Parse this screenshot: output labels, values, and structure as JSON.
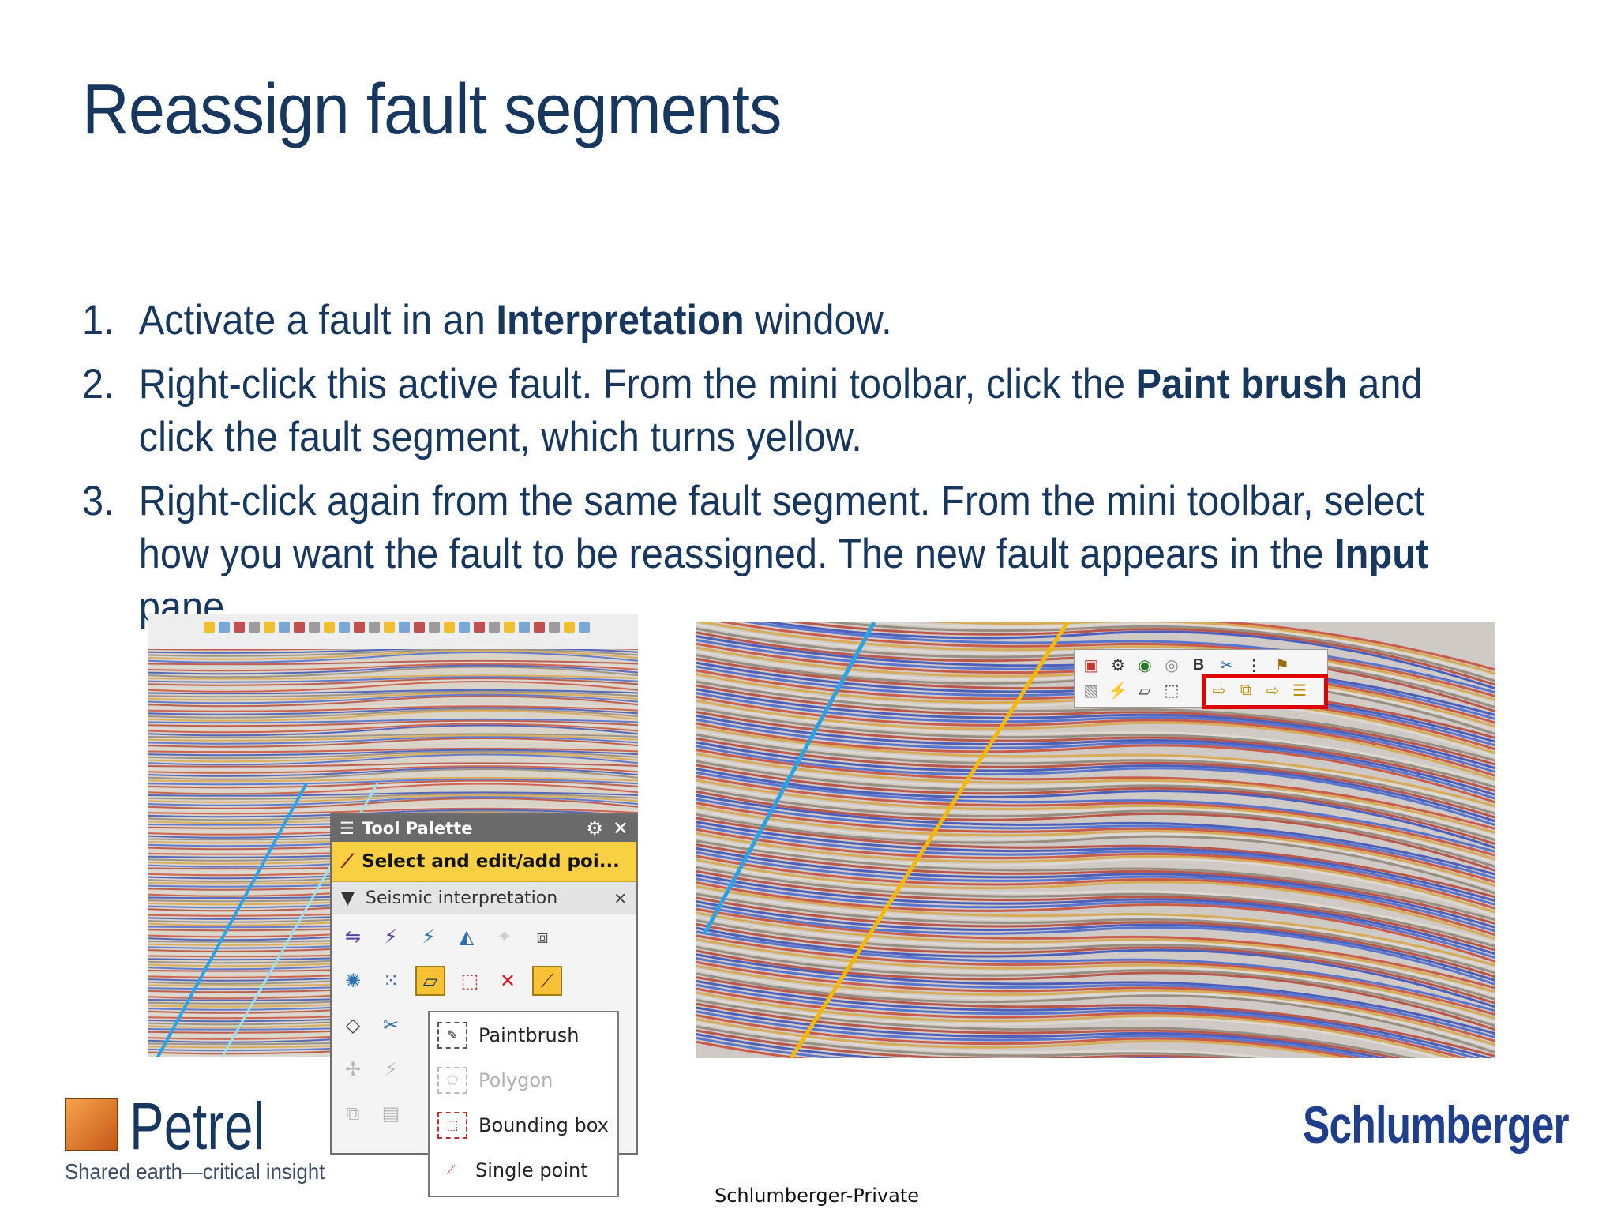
{
  "slide": {
    "title": "Reassign fault segments",
    "steps": [
      {
        "num": "1.",
        "pre": "Activate a fault in an ",
        "b1": "Interpretation",
        "mid": " window.",
        "b2": "",
        "post": ""
      },
      {
        "num": "2.",
        "pre": "Right-click this active fault. From the mini toolbar, click the ",
        "b1": "Paint brush",
        "mid": " and click the fault segment, which turns yellow.",
        "b2": "",
        "post": ""
      },
      {
        "num": "3.",
        "pre": "Right-click again from the same fault segment. From the mini toolbar, select how you want the fault to be reassigned. The new fault appears in the ",
        "b1": "Input",
        "mid": " pane.",
        "b2": "",
        "post": ""
      }
    ],
    "footer": "Schlumberger-Private"
  },
  "palette": {
    "title": "Tool Palette",
    "active_tool": "Select and edit/add poi...",
    "section": "Seismic interpretation",
    "dropdown": [
      {
        "label": "Paintbrush",
        "enabled": true,
        "icon": "paintbrush-icon"
      },
      {
        "label": "Polygon",
        "enabled": false,
        "icon": "polygon-icon"
      },
      {
        "label": "Bounding box",
        "enabled": true,
        "icon": "bounding-box-icon"
      },
      {
        "label": "Single point",
        "enabled": true,
        "icon": "single-point-icon"
      }
    ]
  },
  "logos": {
    "petrel_word": "Petrel",
    "petrel_tag": "Shared earth—critical insight",
    "company": "Schlumberger"
  },
  "colors": {
    "title": "#17375e",
    "palette_active": "#f9cf44",
    "highlight_box": "#e00000",
    "fault_blue": "#2aa3e6",
    "fault_yellow": "#f5b800"
  }
}
